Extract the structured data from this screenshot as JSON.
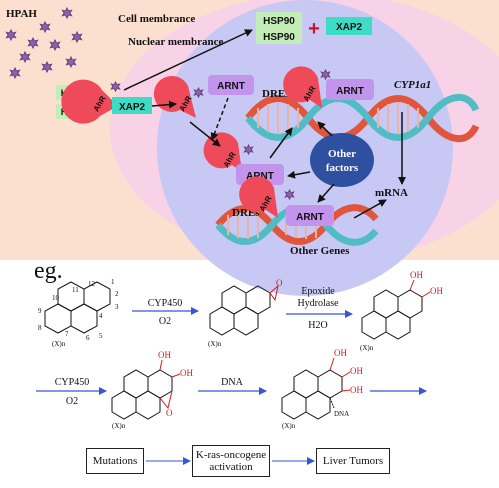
{
  "labels": {
    "hpah": "HPAH",
    "cell_membrance": "Cell membrance",
    "nuclear_membrance": "Nuclear membrance",
    "hsp90": "HSP90",
    "xap2": "XAP2",
    "ahr": "AhR",
    "arnt": "ARNT",
    "dres": "DREs",
    "cyp1a1": "CYP1a1",
    "other_factors_line1": "Other",
    "other_factors_line2": "factors",
    "mrna": "mRNA",
    "other_genes": "Other Genes",
    "plus": "+",
    "eg": "eg."
  },
  "chemistry": {
    "step1_enzyme": "CYP450",
    "step1_cofactor": "O2",
    "step2_enzyme_line1": "Epoxide",
    "step2_enzyme_line2": "Hydrolase",
    "step2_cofactor": "H2O",
    "step3_enzyme": "CYP450",
    "step3_cofactor": "O2",
    "step4_reagent": "DNA",
    "oh": "OH",
    "oxygen": "O",
    "dna_adduct": "DNA",
    "substituent": "(X)n",
    "ring_numbers": [
      "1",
      "2",
      "3",
      "4",
      "5",
      "6",
      "7",
      "8",
      "9",
      "10",
      "11",
      "12"
    ]
  },
  "flow": {
    "box1": "Mutations",
    "box2_line1": "K-ras-oncogene",
    "box2_line2": "activation",
    "box3": "Liver Tumors"
  },
  "colors": {
    "cell": "#fbe0cf",
    "cell_inner": "#f8d2e6",
    "nucleus": "#c7c9f4",
    "ahr": "#ef4a5a",
    "arnt": "#c294ec",
    "hsp90": "#c2edb6",
    "xap2": "#3fdcc5",
    "other_factors": "#2f4fa0",
    "dna_red": "#e2553d",
    "dna_teal": "#52bcc4",
    "ligand": "#6d4589",
    "reaction_arrow": "#3a55d4"
  }
}
